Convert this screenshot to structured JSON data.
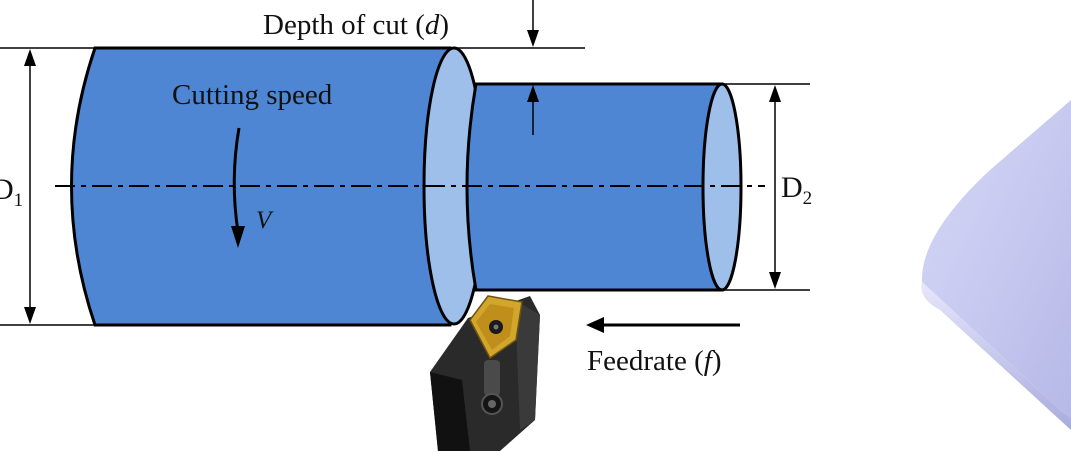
{
  "labels": {
    "depth_of_cut": "Depth of cut (",
    "depth_symbol": "d",
    "depth_close": ")",
    "cutting_speed": "Cutting speed",
    "velocity": "V",
    "d1_letter": "D",
    "d1_sub": "1",
    "d2_letter": "D",
    "d2_sub": "2",
    "feedrate": "Feedrate (",
    "feed_symbol": "f",
    "feed_close": ")"
  },
  "colors": {
    "workpiece_fill": "#4f86d4",
    "end_face_fill": "#9ebfea",
    "outline": "#000000",
    "insert_gold": "#d2a52c",
    "tool_holder": "#1c1c1c",
    "tool_body": "#2a2a2a",
    "side_block": "#c8caf0"
  },
  "icons": {
    "cutting_tool": "turning-insert-tool-icon",
    "side_block": "beveled-block-icon"
  }
}
